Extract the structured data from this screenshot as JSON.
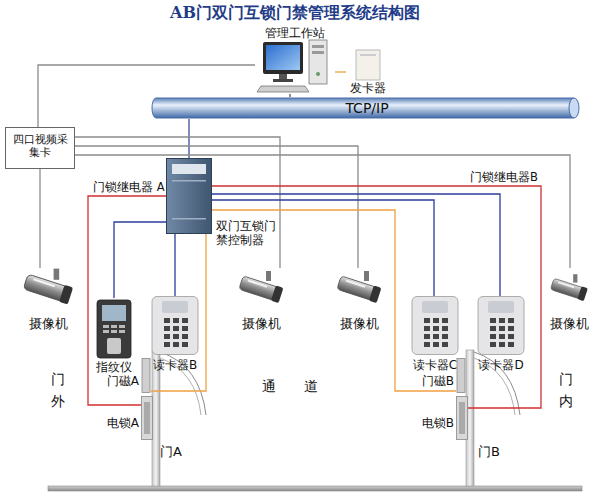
{
  "diagram": {
    "title": "AB门双门互锁门禁管理系统结构图",
    "nodes": [
      {
        "text": [
          "管理工作站"
        ]
      },
      {
        "text": [
          "发卡器"
        ]
      },
      {
        "text": [
          "TCP/IP"
        ]
      },
      {
        "text": [
          "四口视频采集卡"
        ]
      },
      {
        "text": [
          "双门互锁门禁控制器"
        ]
      },
      {
        "text": [
          "摄像机"
        ]
      },
      {
        "text": [
          "指纹仪"
        ]
      },
      {
        "text": [
          "读卡器B"
        ]
      },
      {
        "text": [
          "摄像机"
        ]
      },
      {
        "text": [
          "摄像机"
        ]
      },
      {
        "text": [
          "读卡器C"
        ]
      },
      {
        "text": [
          "读卡器D"
        ]
      },
      {
        "text": [
          "摄像机"
        ]
      },
      {
        "text": [
          "门磁A"
        ]
      },
      {
        "text": [
          "电锁A"
        ]
      },
      {
        "text": [
          "门磁B"
        ]
      },
      {
        "text": [
          "电锁B"
        ]
      }
    ],
    "edges": [
      {
        "from": 0,
        "to": 2,
        "arrow": "none"
      },
      {
        "from": 0,
        "to": 1,
        "arrow": "none"
      },
      {
        "from": 0,
        "to": 3,
        "arrow": "none"
      },
      {
        "from": 4,
        "to": 2,
        "arrow": "none"
      },
      {
        "from": 3,
        "to": 5,
        "arrow": "none"
      },
      {
        "from": 3,
        "to": 8,
        "arrow": "none"
      },
      {
        "from": 3,
        "to": 9,
        "arrow": "none"
      },
      {
        "from": 3,
        "to": 12,
        "arrow": "none"
      },
      {
        "from": 4,
        "to": 6,
        "arrow": "none"
      },
      {
        "from": 4,
        "to": 7,
        "arrow": "none"
      },
      {
        "from": 4,
        "to": 10,
        "arrow": "none"
      },
      {
        "from": 4,
        "to": 11,
        "arrow": "none"
      },
      {
        "from": 4,
        "to": 14,
        "label": "门锁继电器 A",
        "arrow": "none"
      },
      {
        "from": 4,
        "to": 16,
        "label": "门锁继电器B",
        "arrow": "none"
      },
      {
        "from": 4,
        "to": 13,
        "arrow": "none"
      },
      {
        "from": 4,
        "to": 15,
        "arrow": "none"
      }
    ],
    "labels": [
      "门外",
      "通 道",
      "门内",
      "门A",
      "门B"
    ]
  }
}
